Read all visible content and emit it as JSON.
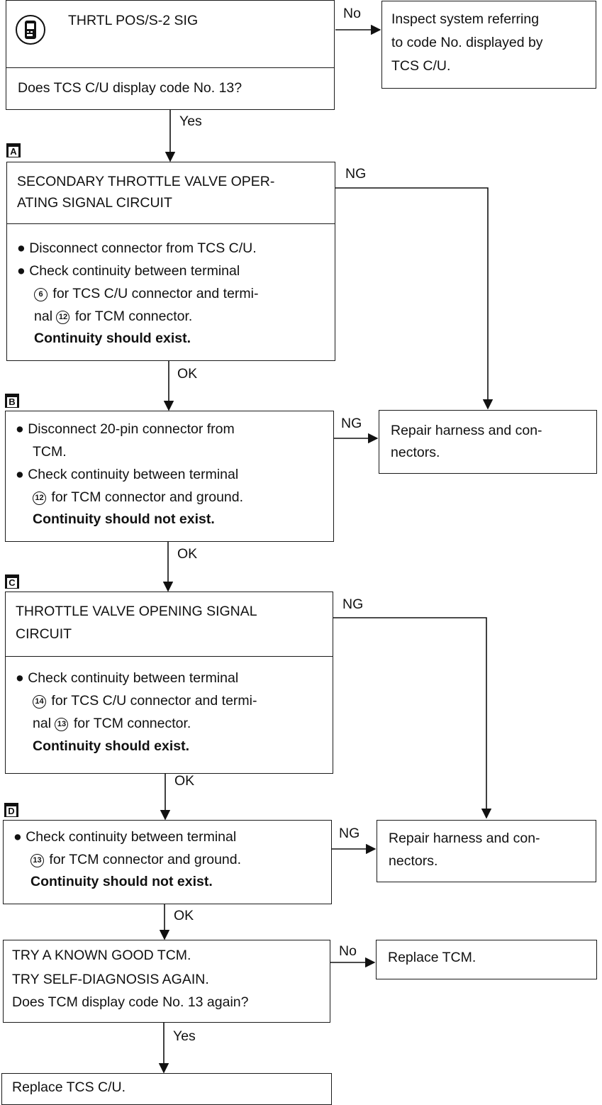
{
  "start": {
    "title": "THRTL POS/S-2 SIG",
    "question": "Does TCS C/U display code No. 13?",
    "no_label": "No",
    "no_result": [
      "Inspect system referring",
      "to code No. displayed by",
      "TCS C/U."
    ],
    "yes_label": "Yes"
  },
  "step_a": {
    "tag": "A",
    "title": [
      "SECONDARY THROTTLE VALVE OPER-",
      "ATING SIGNAL CIRCUIT"
    ],
    "bullet1": "Disconnect connector from TCS C/U.",
    "bullet2": [
      "Check continuity between terminal",
      "for TCS C/U connector and termi-",
      "nal",
      "for TCM connector."
    ],
    "terminal1": "6",
    "terminal2": "12",
    "note": "Continuity should exist.",
    "ng_label": "NG",
    "ok_label": "OK"
  },
  "step_b": {
    "tag": "B",
    "bullet1": [
      "Disconnect 20-pin connector from",
      "TCM."
    ],
    "bullet2": [
      "Check continuity between terminal",
      "for TCM connector and ground."
    ],
    "terminal1": "12",
    "note": "Continuity should not exist.",
    "ng_label": "NG",
    "ok_label": "OK",
    "repair": [
      "Repair harness and con-",
      "nectors."
    ]
  },
  "step_c": {
    "tag": "C",
    "title": [
      "THROTTLE VALVE OPENING SIGNAL",
      "CIRCUIT"
    ],
    "bullet1": [
      "Check continuity between terminal",
      "for TCS C/U connector and termi-",
      "nal",
      "for TCM connector."
    ],
    "terminal1": "14",
    "terminal2": "13",
    "note": "Continuity should exist.",
    "ng_label": "NG",
    "ok_label": "OK"
  },
  "step_d": {
    "tag": "D",
    "bullet1": [
      "Check continuity between terminal",
      "for TCM connector and ground."
    ],
    "terminal1": "13",
    "note": "Continuity should not exist.",
    "ng_label": "NG",
    "ok_label": "OK",
    "repair": [
      "Repair harness and con-",
      "nectors."
    ]
  },
  "final": {
    "lines": [
      "TRY A KNOWN GOOD TCM.",
      "TRY SELF-DIAGNOSIS AGAIN.",
      "Does TCM display code No. 13 again?"
    ],
    "no_label": "No",
    "no_result": "Replace TCM.",
    "yes_label": "Yes",
    "yes_result": "Replace TCS C/U."
  }
}
